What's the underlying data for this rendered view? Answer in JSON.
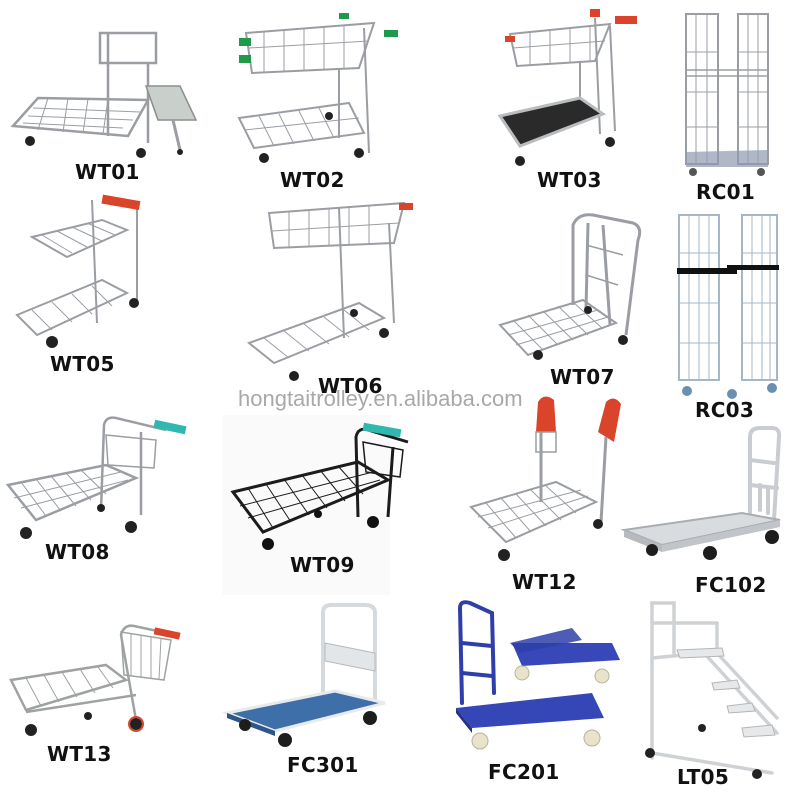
{
  "watermark": "hongtaitrolley.en.alibaba.com",
  "colors": {
    "background": "#ffffff",
    "label": "#111111",
    "wire": "#9a9ea3",
    "green_grip": "#1f9a4a",
    "red_grip": "#d9442b",
    "teal_grip": "#2fb7b0",
    "black_frame": "#1c1c1c",
    "blue_deck": "#3f6fa8",
    "royal_blue": "#2f3fa8",
    "grey_deck": "#c9cdd1",
    "dark_deck": "#2a2a2a"
  },
  "products": [
    {
      "code": "WT01",
      "type": "wire-cart-with-seat"
    },
    {
      "code": "WT02",
      "type": "two-tier-basket-cart",
      "grip": "green"
    },
    {
      "code": "WT03",
      "type": "basket-cart-with-deck",
      "grip": "red"
    },
    {
      "code": "RC01",
      "type": "roll-cage-with-shelf"
    },
    {
      "code": "WT05",
      "type": "two-tier-wire-cart",
      "grip": "red"
    },
    {
      "code": "WT06",
      "type": "basket-wire-cart",
      "grip": "red"
    },
    {
      "code": "WT07",
      "type": "folding-wire-trolley"
    },
    {
      "code": "RC03",
      "type": "roll-cage-with-strap"
    },
    {
      "code": "WT08",
      "type": "flatbed-wire-cart",
      "grip": "teal"
    },
    {
      "code": "WT09",
      "type": "black-flatbed-cart",
      "grip": "teal"
    },
    {
      "code": "WT12",
      "type": "wire-trolley",
      "grip": "red"
    },
    {
      "code": "FC102",
      "type": "platform-truck-grey"
    },
    {
      "code": "WT13",
      "type": "flatbed-basket-cart",
      "grip": "red"
    },
    {
      "code": "FC301",
      "type": "folding-platform-blue"
    },
    {
      "code": "FC201",
      "type": "folding-platform-royal-blue"
    },
    {
      "code": "LT05",
      "type": "ladder-trolley"
    }
  ]
}
